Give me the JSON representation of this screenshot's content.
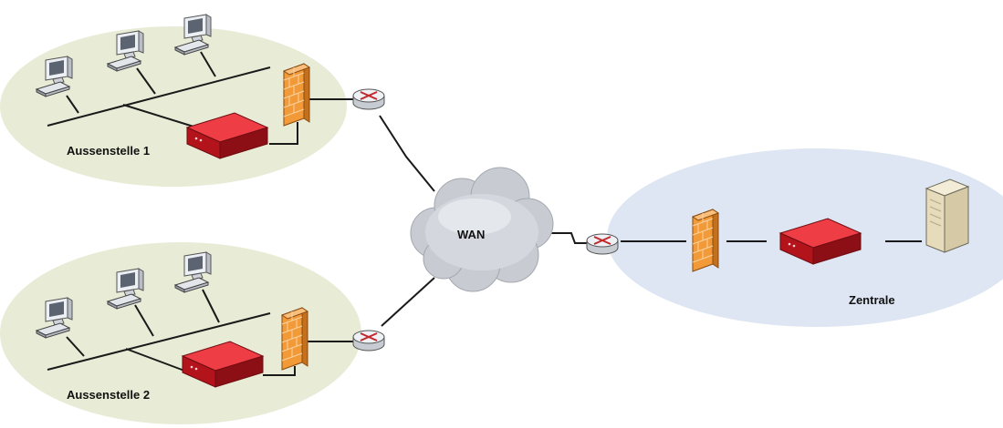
{
  "labels": {
    "site1": "Aussenstelle 1",
    "site2": "Aussenstelle 2",
    "wan": "WAN",
    "hq": "Zentrale"
  },
  "colors": {
    "site_zone": "#e8ecd6",
    "hq_zone": "#dde6f2",
    "vpn_device": "#d8212a",
    "firewall": "#f0a040",
    "cloud": "#c8ccd2",
    "line": "#1a1a1a"
  },
  "nodes": [
    {
      "id": "site1-pc-1",
      "type": "workstation-icon"
    },
    {
      "id": "site1-pc-2",
      "type": "workstation-icon"
    },
    {
      "id": "site1-pc-3",
      "type": "workstation-icon"
    },
    {
      "id": "site1-vpn",
      "type": "vpn-gateway-icon"
    },
    {
      "id": "site1-firewall",
      "type": "firewall-icon"
    },
    {
      "id": "site1-router",
      "type": "router-icon"
    },
    {
      "id": "site2-pc-1",
      "type": "workstation-icon"
    },
    {
      "id": "site2-pc-2",
      "type": "workstation-icon"
    },
    {
      "id": "site2-pc-3",
      "type": "workstation-icon"
    },
    {
      "id": "site2-vpn",
      "type": "vpn-gateway-icon"
    },
    {
      "id": "site2-firewall",
      "type": "firewall-icon"
    },
    {
      "id": "site2-router",
      "type": "router-icon"
    },
    {
      "id": "wan",
      "type": "cloud-icon"
    },
    {
      "id": "hq-router",
      "type": "router-icon"
    },
    {
      "id": "hq-firewall",
      "type": "firewall-icon"
    },
    {
      "id": "hq-vpn",
      "type": "vpn-gateway-icon"
    },
    {
      "id": "hq-server",
      "type": "server-icon"
    }
  ],
  "edges": [
    [
      "site1-router",
      "wan"
    ],
    [
      "site2-router",
      "wan"
    ],
    [
      "wan",
      "hq-router"
    ],
    [
      "hq-router",
      "hq-firewall"
    ],
    [
      "hq-firewall",
      "hq-vpn"
    ],
    [
      "hq-vpn",
      "hq-server"
    ],
    [
      "site1-firewall",
      "site1-router"
    ],
    [
      "site1-vpn",
      "site1-firewall"
    ],
    [
      "site2-firewall",
      "site2-router"
    ],
    [
      "site2-vpn",
      "site2-firewall"
    ]
  ]
}
